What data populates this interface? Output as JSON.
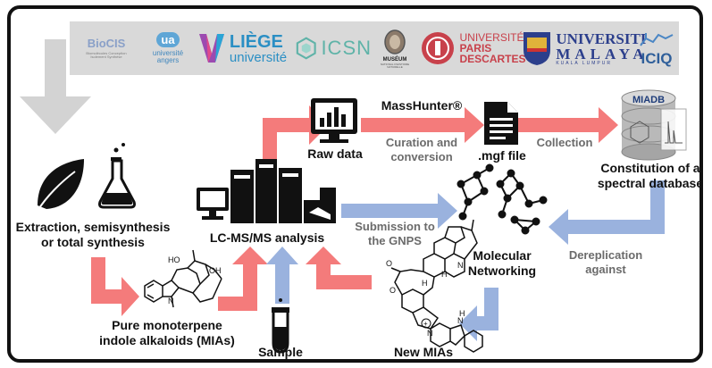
{
  "logos": [
    {
      "name": "biocis",
      "text": "BioCIS",
      "sub": "Biomolécules Conception Isolement Synthèse"
    },
    {
      "name": "angers",
      "text": "ua",
      "sub": "université angers"
    },
    {
      "name": "liege",
      "text": "LIÈGE",
      "sub": "université"
    },
    {
      "name": "icsn",
      "text": "ICSN"
    },
    {
      "name": "museum",
      "text": "MUSÉUM",
      "sub": "NATIONAL D'HISTOIRE NATURELLE"
    },
    {
      "name": "paris-descartes",
      "text": "UNIVERSITÉ",
      "sub": "PARIS DESCARTES"
    },
    {
      "name": "malaya",
      "text": "UNIVERSITI",
      "sub": "MALAYA",
      "sub2": "KUALA LUMPUR"
    },
    {
      "name": "iciq",
      "text": "ICIQ"
    }
  ],
  "labels": {
    "raw_data": "Raw data",
    "masshunter": "MassHunter®",
    "curation_1": "Curation and",
    "curation_2": "conversion",
    "mgf_file": ".mgf file",
    "collection": "Collection",
    "miadb": "MIADB",
    "constitution_1": "Constitution of a",
    "constitution_2": "spectral database",
    "extraction_1": "Extraction, semisynthesis",
    "extraction_2": "or total synthesis",
    "lcms": "LC-MS/MS analysis",
    "submission_1": "Submission to",
    "submission_2": "the GNPS",
    "molecular_1": "Molecular",
    "molecular_2": "Networking",
    "dereplication_1": "Dereplication",
    "dereplication_2": "against",
    "pure_1": "Pure monoterpene",
    "pure_2": "indole alkaloids (MIAs)",
    "sample": "Sample",
    "new_mias": "New MIAs"
  },
  "colors": {
    "red_arrow": "#f47b7b",
    "blue_arrow": "#9ab2de",
    "gray_arrow": "#d3d3d3",
    "ink": "#111111",
    "label_gray": "#6b6b6b"
  }
}
